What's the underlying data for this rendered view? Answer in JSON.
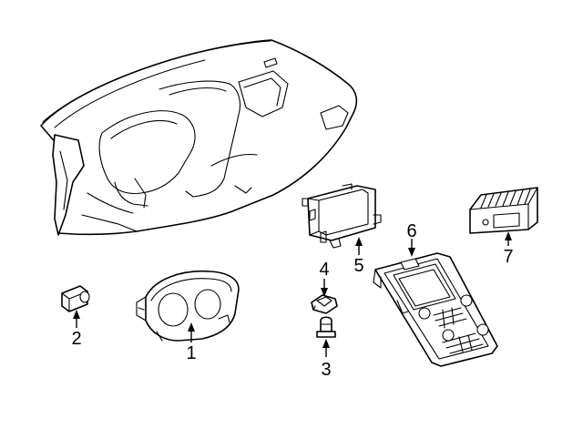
{
  "callouts": [
    {
      "id": "1",
      "label": "1"
    },
    {
      "id": "2",
      "label": "2"
    },
    {
      "id": "3",
      "label": "3"
    },
    {
      "id": "4",
      "label": "4"
    },
    {
      "id": "5",
      "label": "5"
    },
    {
      "id": "6",
      "label": "6"
    },
    {
      "id": "7",
      "label": "7"
    }
  ],
  "parts": [
    {
      "callout": "1",
      "icon": "instrument-cluster-icon"
    },
    {
      "callout": "2",
      "icon": "sensor-icon"
    },
    {
      "callout": "3",
      "icon": "bulb-socket-icon"
    },
    {
      "callout": "4",
      "icon": "clip-icon"
    },
    {
      "callout": "5",
      "icon": "display-screen-icon"
    },
    {
      "callout": "6",
      "icon": "center-console-bezel-icon"
    },
    {
      "callout": "7",
      "icon": "control-module-icon"
    }
  ],
  "colors": {
    "line": "#000000",
    "background": "#ffffff"
  }
}
